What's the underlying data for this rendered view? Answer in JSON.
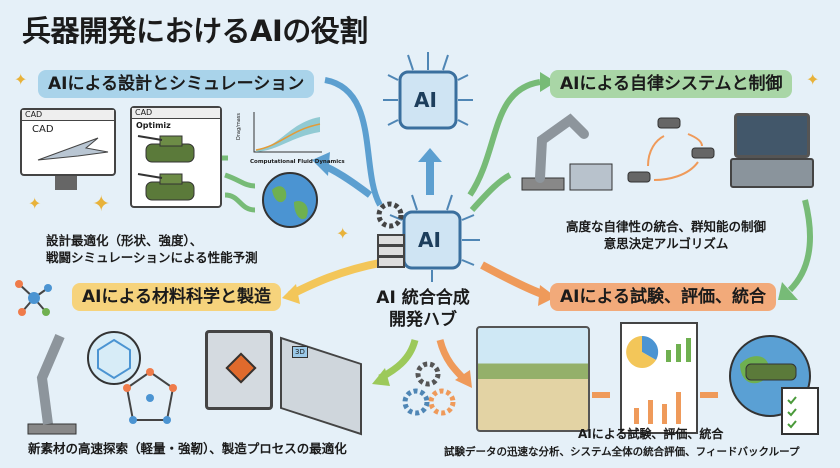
{
  "title": "兵器開発におけるAIの役割",
  "hub": {
    "line1": "AI 統合合成",
    "line2": "開発ハブ",
    "chip_label": "AI"
  },
  "sections": {
    "design": {
      "label": "AIによる設計とシミュレーション",
      "color": "#a9d3ea",
      "cad1": "CAD",
      "cad1_inner": "CAD",
      "cad2": "CAD",
      "cad2_inner": "Optimiz",
      "chart_x": "Computational Fluid Dynamics",
      "chart_y": "Drag/mass",
      "description_1": "設計最適化（形状、強度）、",
      "description_2": "戦闘シミュレーションによる性能予測"
    },
    "autonomy": {
      "label": "AIによる自律システムと制御",
      "color": "#a9d6a6",
      "description_1": "高度な自律性の統合、群知能の制御",
      "description_2": "意思決定アルゴリズム"
    },
    "materials": {
      "label": "AIによる材料科学と製造",
      "color": "#f6d37c",
      "printer_label": "3D",
      "description": "新素材の高速探索（軽量・強靭）、製造プロセスの最適化"
    },
    "testing": {
      "label": "AIによる試験、評価、統合",
      "color": "#f2aa7a",
      "caption": "AIによる試験、評価、統合",
      "description": "試験データの迅速な分析、システム全体の統合評価、フィードバックループ"
    }
  }
}
